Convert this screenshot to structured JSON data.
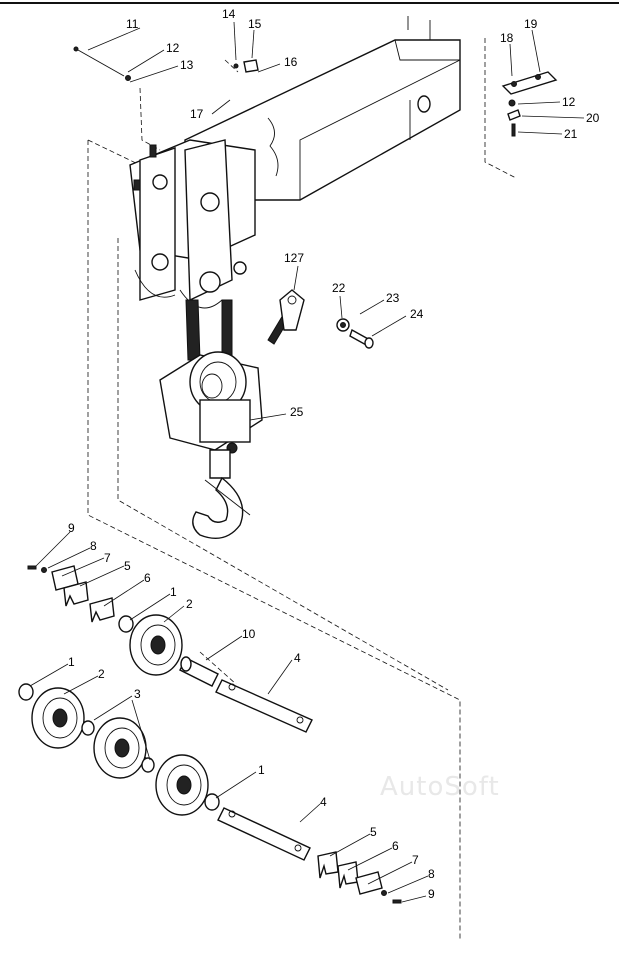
{
  "watermark": "AutoSoft",
  "callouts": [
    {
      "id": "c11",
      "text": "11"
    },
    {
      "id": "c12a",
      "text": "12"
    },
    {
      "id": "c13",
      "text": "13"
    },
    {
      "id": "c14",
      "text": "14"
    },
    {
      "id": "c15",
      "text": "15"
    },
    {
      "id": "c16",
      "text": "16"
    },
    {
      "id": "c17",
      "text": "17"
    },
    {
      "id": "c18",
      "text": "18"
    },
    {
      "id": "c19",
      "text": "19"
    },
    {
      "id": "c12b",
      "text": "12"
    },
    {
      "id": "c20",
      "text": "20"
    },
    {
      "id": "c21",
      "text": "21"
    },
    {
      "id": "c127",
      "text": "127"
    },
    {
      "id": "c22",
      "text": "22"
    },
    {
      "id": "c23",
      "text": "23"
    },
    {
      "id": "c24",
      "text": "24"
    },
    {
      "id": "c25",
      "text": "25"
    },
    {
      "id": "c9a",
      "text": "9"
    },
    {
      "id": "c8a",
      "text": "8"
    },
    {
      "id": "c7a",
      "text": "7"
    },
    {
      "id": "c5a",
      "text": "5"
    },
    {
      "id": "c6a",
      "text": "6"
    },
    {
      "id": "c1a",
      "text": "1"
    },
    {
      "id": "c2a",
      "text": "2"
    },
    {
      "id": "c10",
      "text": "10"
    },
    {
      "id": "c4a",
      "text": "4"
    },
    {
      "id": "c1b",
      "text": "1"
    },
    {
      "id": "c2b",
      "text": "2"
    },
    {
      "id": "c3",
      "text": "3"
    },
    {
      "id": "c1c",
      "text": "1"
    },
    {
      "id": "c4b",
      "text": "4"
    },
    {
      "id": "c5b",
      "text": "5"
    },
    {
      "id": "c6b",
      "text": "6"
    },
    {
      "id": "c7b",
      "text": "7"
    },
    {
      "id": "c8b",
      "text": "8"
    },
    {
      "id": "c9b",
      "text": "9"
    }
  ]
}
